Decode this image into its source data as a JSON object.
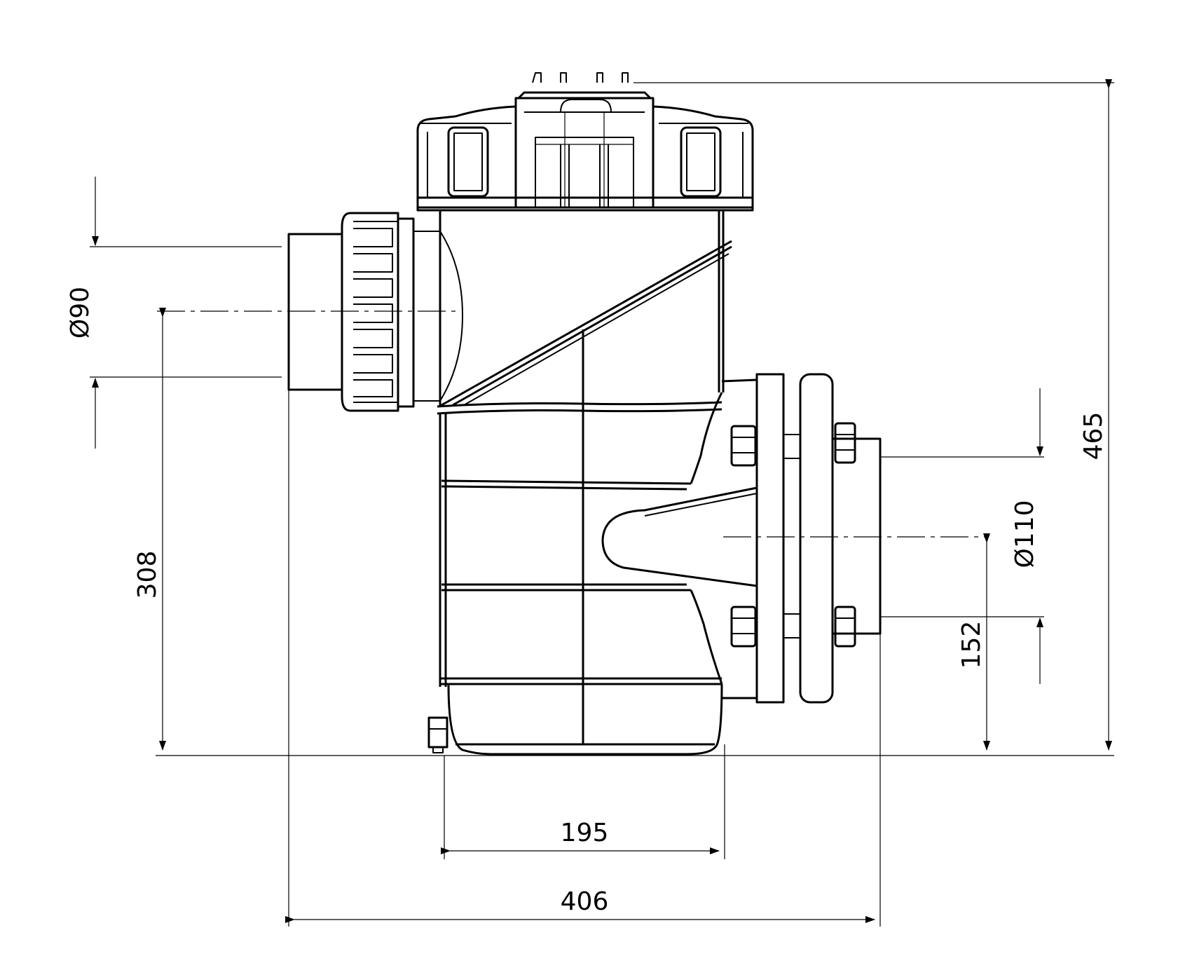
{
  "diagram": {
    "dimensions": {
      "total_height": "465",
      "inlet_height": "308",
      "outlet_height": "152",
      "inlet_diameter": "Ø90",
      "outlet_diameter": "Ø110",
      "body_width": "195",
      "total_width": "406"
    }
  }
}
